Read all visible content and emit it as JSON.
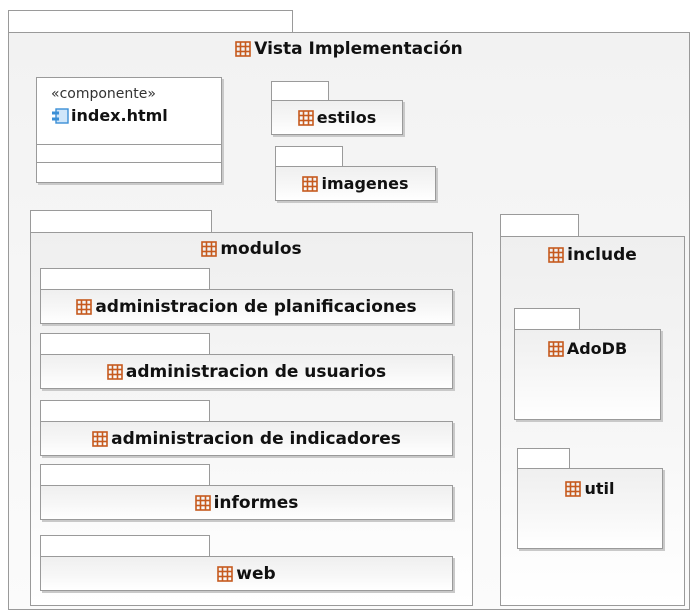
{
  "diagram": {
    "root_package": {
      "label": "Vista Implementación"
    },
    "component": {
      "stereotype": "«componente»",
      "label": "index.html",
      "icon": "component-icon"
    },
    "packages": {
      "estilos": "estilos",
      "imagenes": "imagenes",
      "modulos": "modulos",
      "include": "include"
    },
    "modulos_children": [
      "administracion de planificaciones",
      "administracion de usuarios",
      "administracion de indicadores",
      "informes",
      "web"
    ],
    "include_children": [
      "AdoDB",
      "util"
    ],
    "colors": {
      "package_icon": "#c65a1e",
      "border": "#9a9a9a",
      "component_icon": "#3b8fd6"
    },
    "icons": {
      "package": "package-icon",
      "component": "component-icon"
    }
  }
}
